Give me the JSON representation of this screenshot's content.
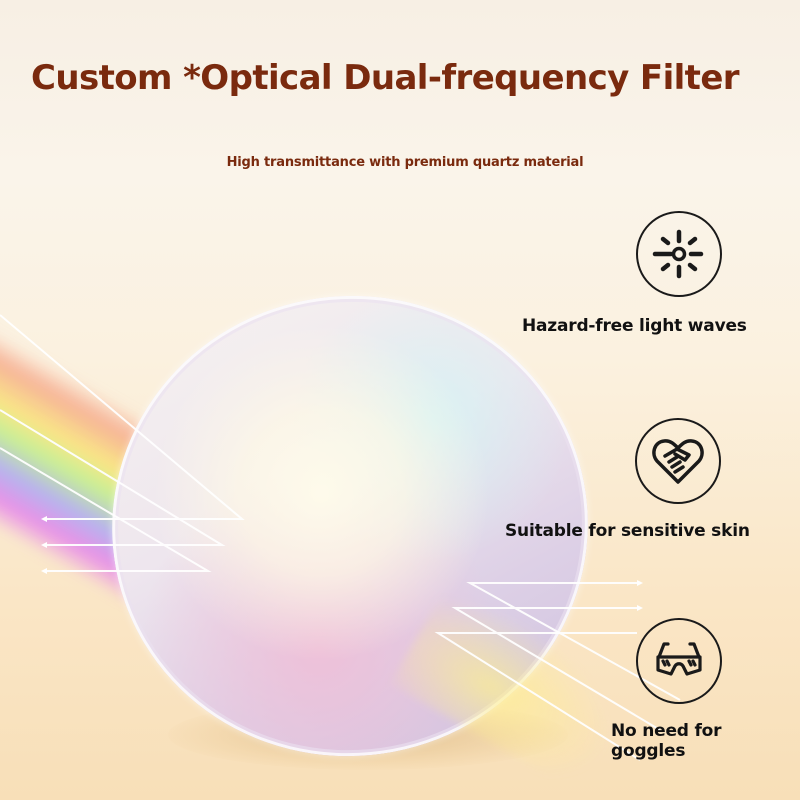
{
  "header": {
    "title": "Custom *Optical Dual-frequency Filter",
    "subtitle": "High transmittance with premium quartz material"
  },
  "features": [
    {
      "icon": "light-emitter-icon",
      "label": "Hazard-free light waves"
    },
    {
      "icon": "heart-handshake-icon",
      "label": "Suitable for sensitive skin"
    },
    {
      "icon": "goggles-icon",
      "label_line1": "No need for",
      "label_line2": "goggles"
    }
  ],
  "colors": {
    "title": "#7a2a0e",
    "feature_text": "#111111",
    "background_top": "#f7efe4",
    "background_bottom": "#f8dfb8"
  }
}
